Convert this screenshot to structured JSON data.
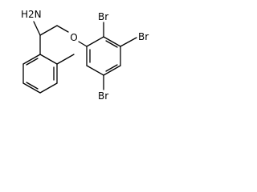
{
  "molecule": {
    "atoms": {
      "amine": "H2N",
      "oxygen": "O",
      "br_top": "Br",
      "br_right": "Br",
      "br_bottom": "Br"
    },
    "colors": {
      "bond": "#000000",
      "label": "#000000",
      "background": "#ffffff"
    }
  }
}
